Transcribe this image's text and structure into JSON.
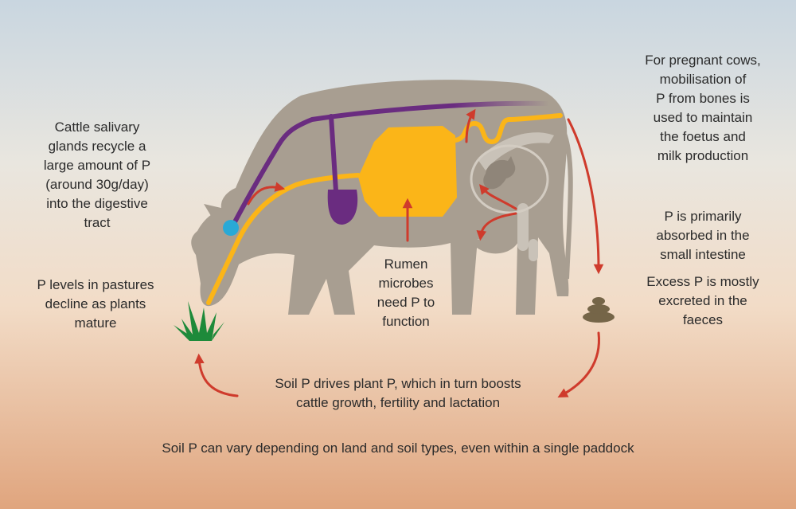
{
  "colors": {
    "sky_top": "#c9d6e0",
    "sky_mid": "#e9e6df",
    "ground_top": "#f2dcc7",
    "ground_bottom": "#e0a57e",
    "cow": "#a89e91",
    "bone": "#c9c2b8",
    "saliva_path": "#6a2c80",
    "digestive_path": "#fbb518",
    "arrow": "#cf3b2c",
    "gland": "#29a9d6",
    "grass": "#1e8a3a",
    "dung": "#756548",
    "text": "#2b2b2b"
  },
  "labels": {
    "saliva": "Cattle salivary\nglands recycle a\nlarge amount of P\n(around 30g/day)\ninto the digestive\ntract",
    "pregnant": "For pregnant cows,\nmobilisation of\nP from bones is\nused to maintain\nthe foetus and\nmilk production",
    "absorbed": "P is primarily\nabsorbed in the\nsmall intestine",
    "excess": "Excess P is mostly\nexcreted in the\nfaeces",
    "rumen": "Rumen\nmicrobes\nneed P to\nfunction",
    "pastures": "P levels in pastures\ndecline as plants\nmature",
    "soil_drives": "Soil P drives plant P, which in turn boosts\ncattle growth, fertility and lactation",
    "soil_varies": "Soil P can vary depending on land and soil types, even within a single paddock"
  },
  "icons": {
    "cow": "cow-silhouette",
    "grass": "grass-tuft",
    "dung": "dung-pile",
    "gland": "salivary-gland",
    "calf": "foetus"
  }
}
